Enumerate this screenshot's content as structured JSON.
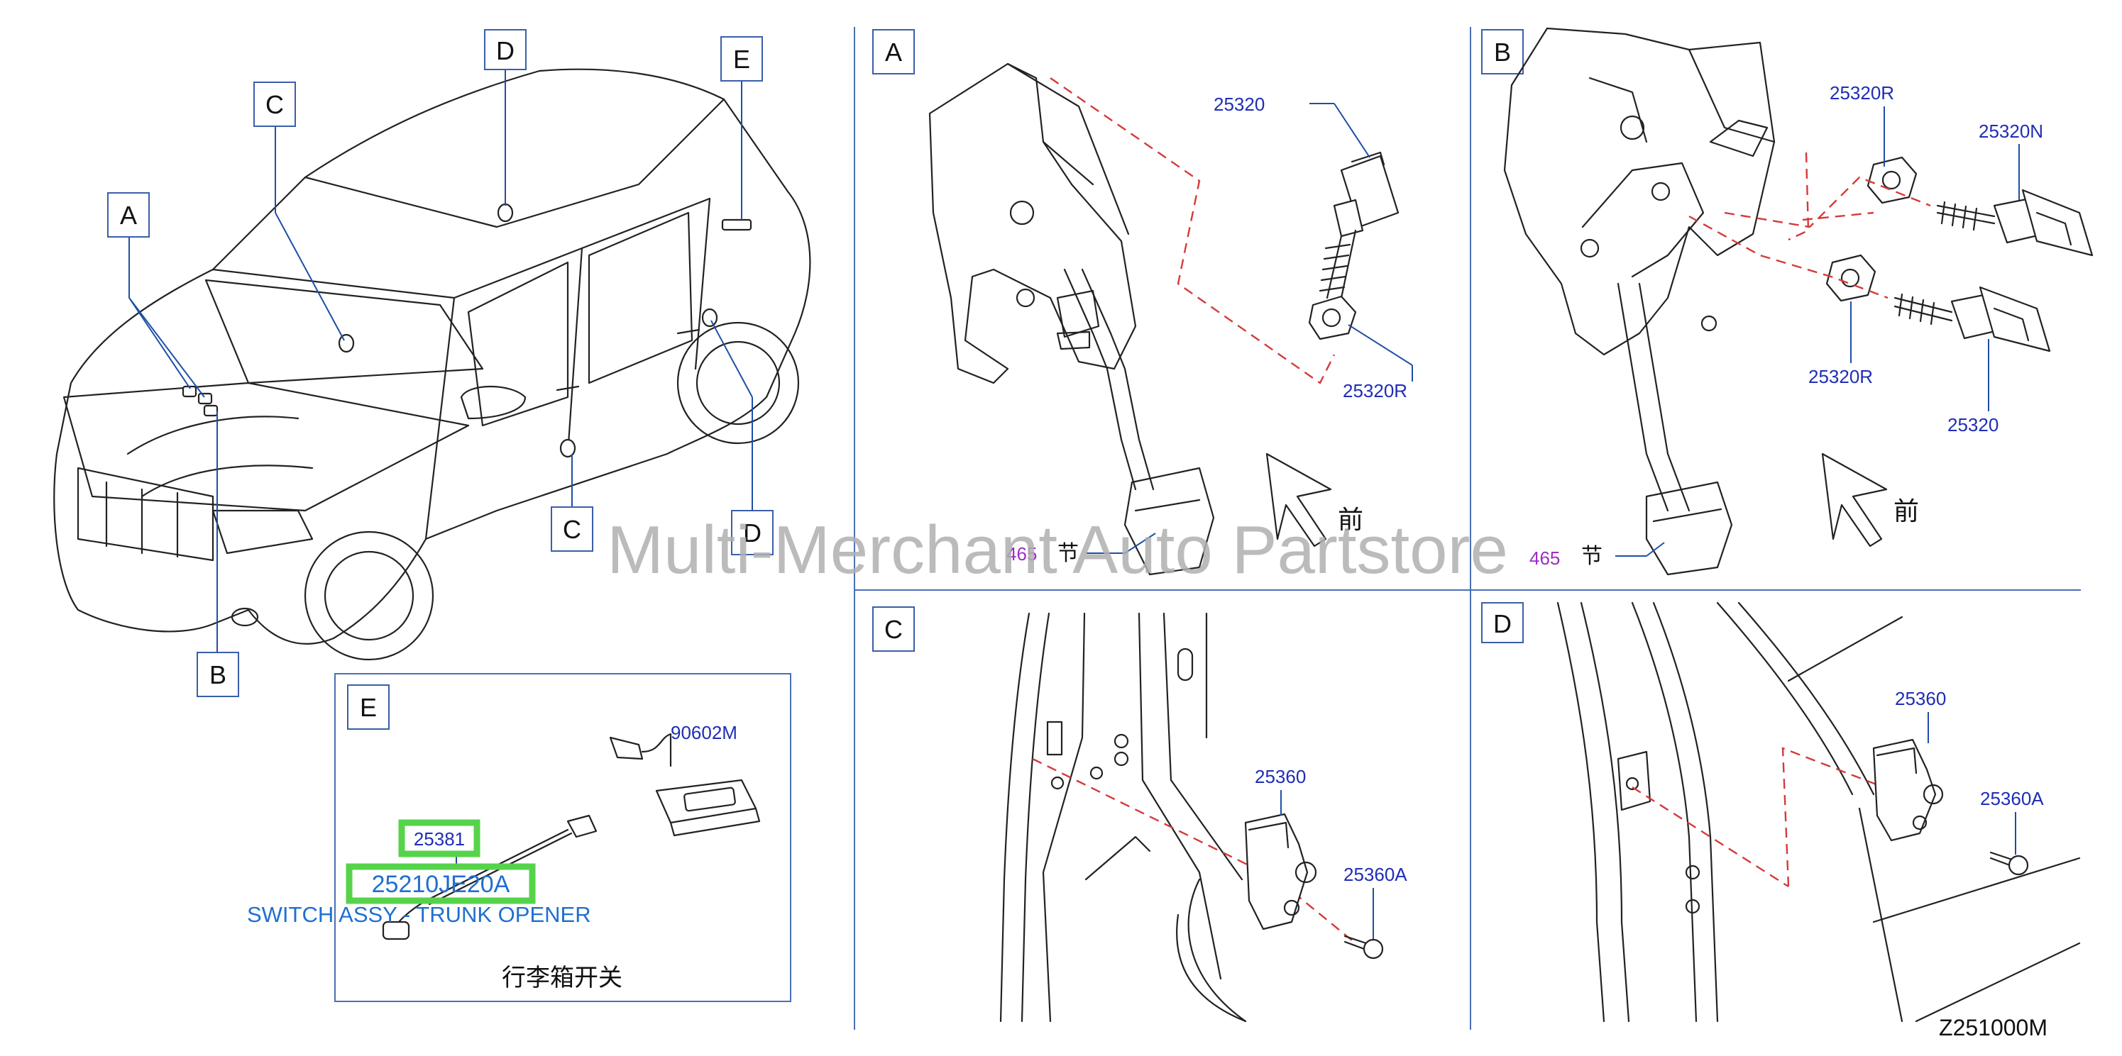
{
  "overview": {
    "callouts": {
      "a": "A",
      "b": "B",
      "c": "C",
      "d": "D",
      "e": "E",
      "c2": "C",
      "d2": "D"
    }
  },
  "panel_a": {
    "label": "A",
    "part_top": "25320",
    "part_nut": "25320R",
    "qty": "465",
    "qty_unit": "节",
    "front": "前"
  },
  "panel_b": {
    "label": "B",
    "part_nut_top": "25320R",
    "part_switch_top": "25320N",
    "part_nut_bottom": "25320R",
    "part_switch_bottom": "25320",
    "qty": "465",
    "qty_unit": "节",
    "front": "前"
  },
  "panel_c": {
    "label": "C",
    "part_sensor": "25360",
    "part_screw": "25360A"
  },
  "panel_d": {
    "label": "D",
    "part_sensor": "25360",
    "part_screw": "25360A"
  },
  "panel_e": {
    "label": "E",
    "part_lamp": "90602M",
    "part_switch": "25381",
    "part_number": "25210JE20A",
    "description": "SWITCH ASSY - TRUNK OPENER",
    "chinese_name": "行李箱开关"
  },
  "watermark": "Multi-Merchant Auto Partstore",
  "diagram_code": "Z251000M",
  "colors": {
    "leader": "#1e4fa6",
    "part_number": "#1f2db5",
    "dashed_line": "#d43a3a",
    "highlight": "#56d34a",
    "watermark": "#b0b0b0"
  }
}
